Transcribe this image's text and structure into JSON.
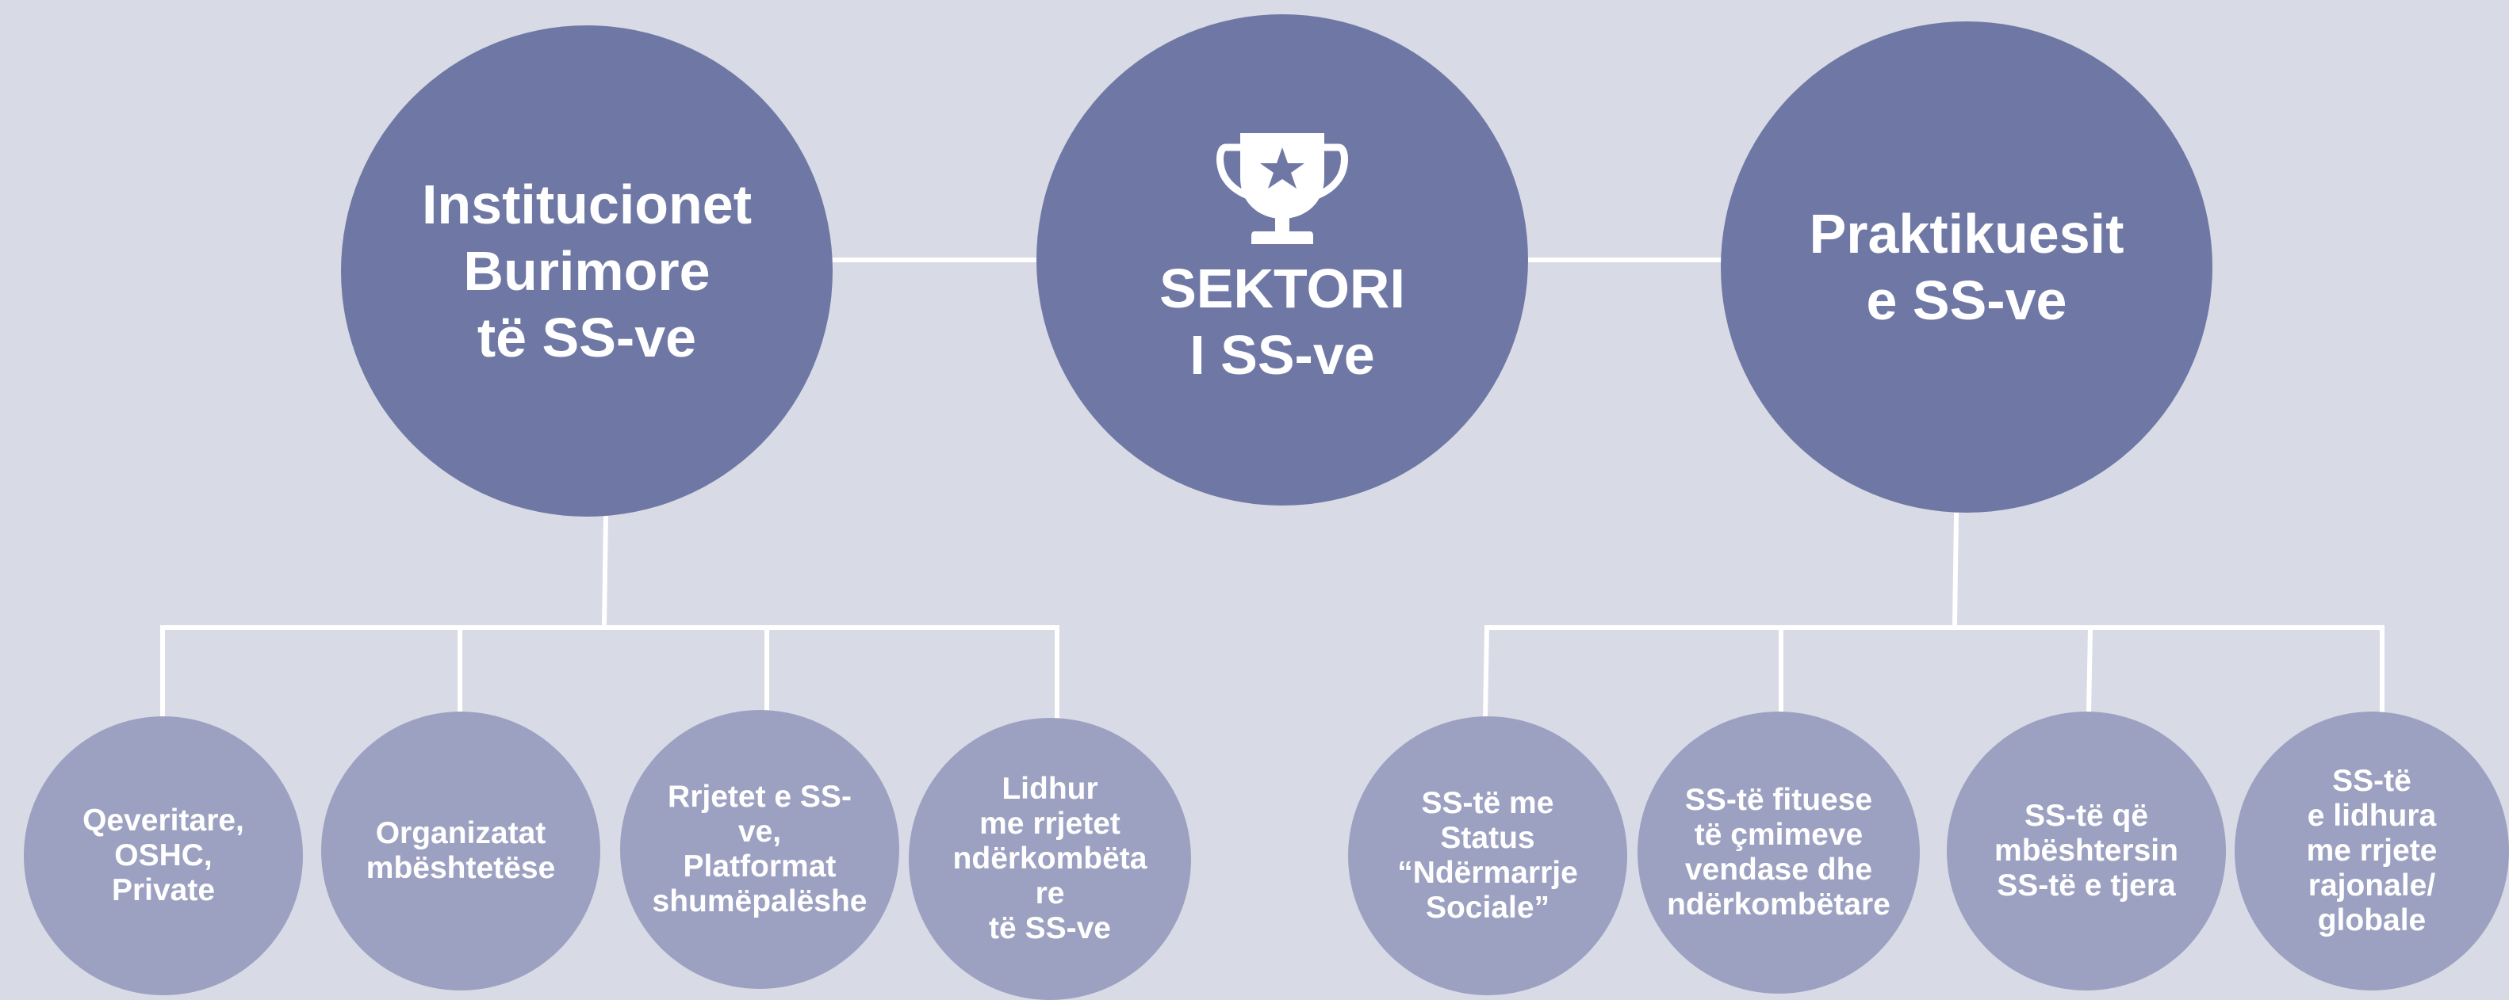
{
  "colors": {
    "background": "#d8dae5",
    "main_circle": "#6f78a4",
    "sub_circle": "#9da1c1",
    "connector": "#ffffff",
    "text": "#ffffff"
  },
  "center": {
    "icon": "trophy-star-icon",
    "label": "SEKTORI\nI SS-ve"
  },
  "left": {
    "label": "Institucionet\nBurimore\ntë SS-ve",
    "children": [
      "Qeveritare,\nOSHC,\nPrivate",
      "Organizatat\nmbështetëse",
      "Rrjetet e SS-\nve,\nPlatformat\nshumëpalëshe",
      "Lidhur\nme rrjetet\nndërkombëta\nre\ntë SS-ve"
    ]
  },
  "right": {
    "label": "Praktikuesit\ne SS-ve",
    "children": [
      "SS-të me\nStatus\n“Ndërmarrje\nSociale”",
      "SS-të fituese\ntë çmimeve\nvendase dhe\nndërkombëtare",
      "SS-të që\nmbështersin\nSS-të e tjera",
      "SS-të\ne lidhura\nme rrjete\nrajonale/\nglobale"
    ]
  }
}
